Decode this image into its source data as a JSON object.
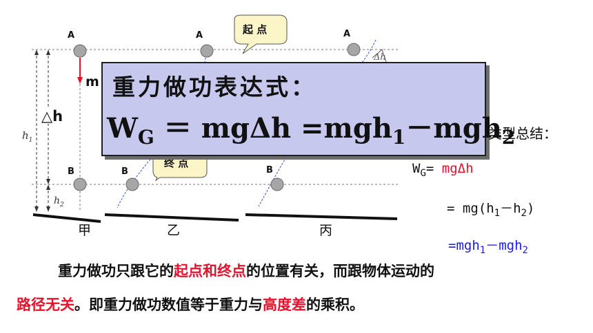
{
  "diagram": {
    "point_labels": {
      "a": "A",
      "b": "B"
    },
    "mass_label": "m",
    "delta_h_label": "△h",
    "h1_label": "h",
    "h1_sub": "1",
    "h2_label": "h",
    "h2_sub": "2",
    "delta_h_small": "Δh",
    "case_labels": [
      "甲",
      "乙",
      "丙"
    ],
    "callouts": {
      "start": "起 点",
      "end": "终 点"
    }
  },
  "formula": {
    "title": "重力做功表达式：",
    "w": "W",
    "w_sub": "G",
    "eq1": " ＝ mgΔh =mgh",
    "sub1": "1",
    "minus": "－mgh",
    "sub2": "2"
  },
  "summary": {
    "type_summary": "类型总结：",
    "wg": "W",
    "wg_sub": "G",
    "eq_sign": "= ",
    "mgdh": "mgΔh",
    "line2_a": "= mg(h",
    "line2_sub1": "1",
    "line2_b": "－h",
    "line2_sub2": "2",
    "line2_c": ")",
    "line3_a": "=mgh",
    "line3_sub1": "1",
    "line3_b": "－mgh",
    "line3_sub2": "2"
  },
  "conclusion": {
    "line1_part1": "重力做功只跟它的",
    "line1_red": "起点和终点",
    "line1_part2": "的位置有关，而跟物体运动的",
    "line2_red1": "路径无关",
    "line2_part1": "。即重力做功数值等于重力与",
    "line2_red2": "高度差",
    "line2_part2": "的乘积。"
  },
  "colors": {
    "red": "#e8102a",
    "blue": "#1a1aee",
    "box_bg": "#c7c8ee",
    "ball": "#a6a6a6"
  }
}
